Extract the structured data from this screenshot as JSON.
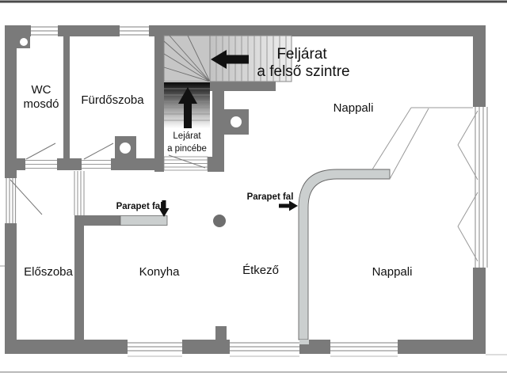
{
  "rooms": {
    "wc_line1": "WC",
    "wc_line2": "mosdó",
    "bathroom": "Fürdőszoba",
    "living_upper": "Nappali",
    "hall": "Előszoba",
    "kitchen": "Konyha",
    "dining": "Étkező",
    "living_lower": "Nappali"
  },
  "annotations": {
    "upstairs_line1": "Feljárat",
    "upstairs_line2": "a felső szintre",
    "basement_line1": "Lejárat",
    "basement_line2": "a pincébe",
    "parapet_kitchen": "Parapet fal",
    "parapet_dining": "Parapet fal"
  },
  "colors": {
    "wall": "#7a7a7a",
    "parapet_light": "#cbcfcf",
    "stair_gray": "#c6c6c6",
    "arrow_black": "#111111",
    "thin_line": "#999999",
    "background": "#ffffff"
  }
}
